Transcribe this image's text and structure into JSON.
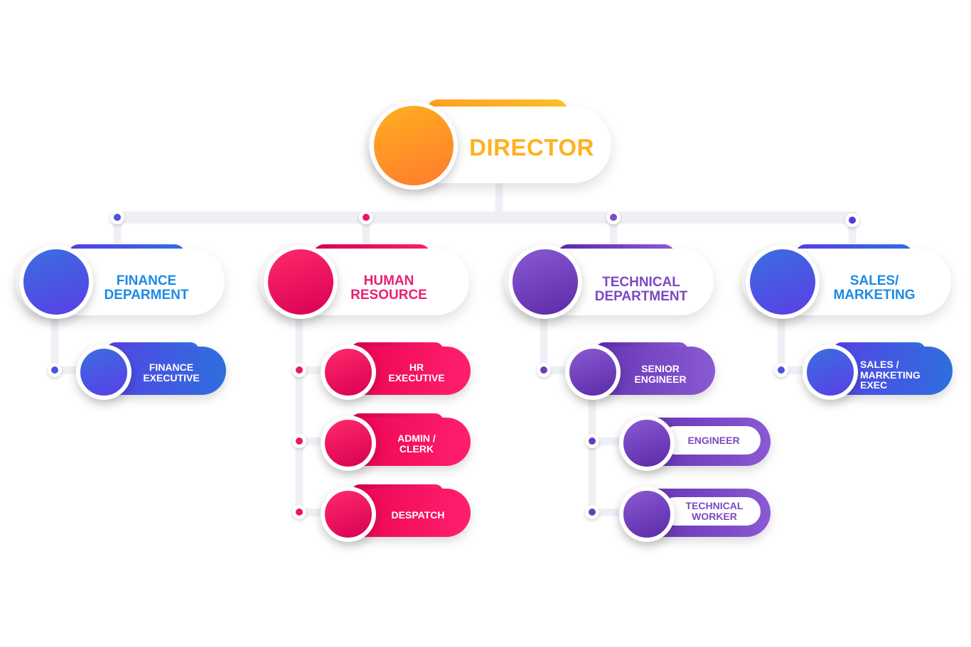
{
  "colors": {
    "orange_start": "#ffa122",
    "orange_end": "#ff7d2e",
    "yellow": "#ffc02a",
    "blue_start": "#2f72e0",
    "blue_end": "#5a3ee6",
    "pink_start": "#ff1f6e",
    "pink_end": "#d80054",
    "purple_start": "#8d5cd6",
    "purple_end": "#5a2aa8",
    "label_blue": "#1b8ae6",
    "label_pink": "#ea1e73",
    "label_purple": "#7b49c2"
  },
  "director": {
    "label": "DIRECTOR"
  },
  "departments": [
    {
      "line1": "FINANCE",
      "line2": "DEPARMENT",
      "theme": "blue"
    },
    {
      "line1": "HUMAN",
      "line2": "RESOURCE",
      "theme": "pink"
    },
    {
      "line1": "TECHNICAL",
      "line2": "DEPARTMENT",
      "theme": "purple"
    },
    {
      "line1": "SALES/",
      "line2": "MARKETING",
      "theme": "blue"
    }
  ],
  "roles": {
    "finance_executive": [
      "FINANCE",
      "EXECUTIVE"
    ],
    "hr_executive": [
      "HR",
      "EXECUTIVE"
    ],
    "admin_clerk": [
      "ADMIN /",
      "CLERK"
    ],
    "despatch": [
      "DESPATCH"
    ],
    "senior_engineer": [
      "SENIOR",
      "ENGINEER"
    ],
    "engineer": [
      "ENGINEER"
    ],
    "technical_worker": [
      "TECHNICAL",
      "WORKER"
    ],
    "sales_marketing_exec": [
      "SALES /",
      "MARKETING",
      "EXEC"
    ]
  }
}
